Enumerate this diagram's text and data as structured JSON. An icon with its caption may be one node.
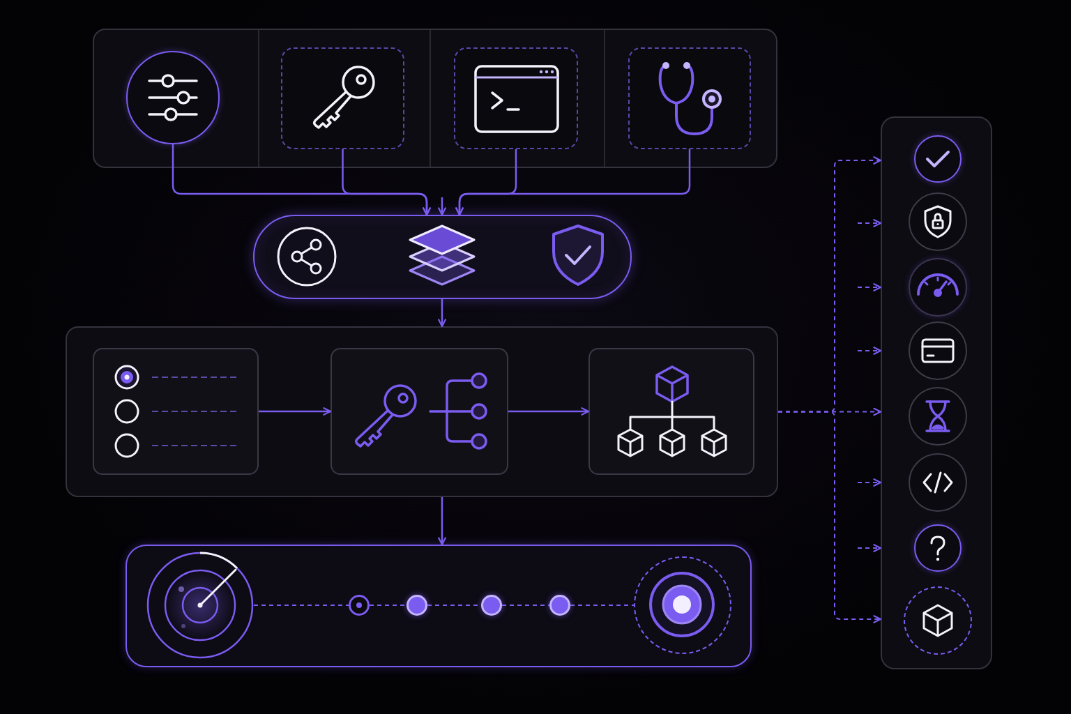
{
  "diagram": {
    "nodes": [
      {
        "text": [],
        "shape": "box"
      },
      {
        "text": [],
        "shape": "circle",
        "in": 0
      },
      {
        "text": [],
        "shape": "box",
        "in": 0
      },
      {
        "text": [],
        "shape": "box",
        "in": 0
      },
      {
        "text": [],
        "shape": "box",
        "in": 0
      },
      {
        "text": [],
        "shape": "box"
      },
      {
        "text": [],
        "shape": "box"
      },
      {
        "text": [],
        "shape": "box",
        "in": 6
      },
      {
        "text": [],
        "shape": "box",
        "in": 6
      },
      {
        "text": [],
        "shape": "box",
        "in": 6
      },
      {
        "text": [],
        "shape": "box"
      },
      {
        "text": [],
        "shape": "picture",
        "in": 10
      },
      {
        "text": [],
        "shape": "circle",
        "in": 10
      },
      {
        "text": [],
        "shape": "circle",
        "in": 10
      },
      {
        "text": [],
        "shape": "circle",
        "in": 10
      },
      {
        "text": [],
        "shape": "circle",
        "in": 10
      },
      {
        "text": [],
        "shape": "circle",
        "in": 10
      },
      {
        "text": [],
        "shape": "box"
      },
      {
        "text": [],
        "shape": "circle",
        "in": 17
      },
      {
        "text": [],
        "shape": "circle",
        "in": 17
      },
      {
        "text": [],
        "shape": "circle",
        "in": 17
      },
      {
        "text": [],
        "shape": "circle",
        "in": 17
      },
      {
        "text": [],
        "shape": "circle",
        "in": 17
      },
      {
        "text": [],
        "shape": "circle",
        "in": 17
      },
      {
        "text": [],
        "shape": "circle",
        "in": 17
      },
      {
        "text": [],
        "shape": "circle",
        "in": 17
      }
    ],
    "edges": [
      {
        "from": 1,
        "to": 5,
        "arrow": "to"
      },
      {
        "from": 2,
        "to": 5,
        "arrow": "to"
      },
      {
        "from": 3,
        "to": 5,
        "arrow": "to"
      },
      {
        "from": 4,
        "to": 5,
        "arrow": "to"
      },
      {
        "from": null,
        "to": 5,
        "arrow": "to"
      },
      {
        "from": 5,
        "to": 6,
        "arrow": "to"
      },
      {
        "from": 7,
        "to": 8,
        "arrow": "to"
      },
      {
        "from": 8,
        "to": 9,
        "arrow": "to"
      },
      {
        "from": 6,
        "to": 10,
        "arrow": "to"
      },
      {
        "from": 11,
        "to": 12,
        "arrow": "none",
        "style": "dashed"
      },
      {
        "from": 12,
        "to": 13,
        "arrow": "none",
        "style": "dashed"
      },
      {
        "from": 13,
        "to": 14,
        "arrow": "none",
        "style": "dashed"
      },
      {
        "from": 14,
        "to": 15,
        "arrow": "none",
        "style": "dashed"
      },
      {
        "from": 15,
        "to": 16,
        "arrow": "none",
        "style": "dashed"
      },
      {
        "from": 6,
        "to": 17,
        "arrow": "to",
        "style": "dashed"
      },
      {
        "from": null,
        "to": 17,
        "arrow": "to",
        "style": "dashed"
      },
      {
        "from": null,
        "to": 17,
        "arrow": "to",
        "style": "dashed"
      },
      {
        "from": null,
        "to": 17,
        "arrow": "to",
        "style": "dashed"
      },
      {
        "from": 6,
        "to": 17,
        "arrow": "to",
        "style": "dashed"
      },
      {
        "from": null,
        "to": 17,
        "arrow": "to",
        "style": "dashed"
      },
      {
        "from": null,
        "to": 17,
        "arrow": "to",
        "style": "dashed"
      },
      {
        "from": 6,
        "to": 17,
        "arrow": "to",
        "style": "dashed"
      }
    ]
  }
}
